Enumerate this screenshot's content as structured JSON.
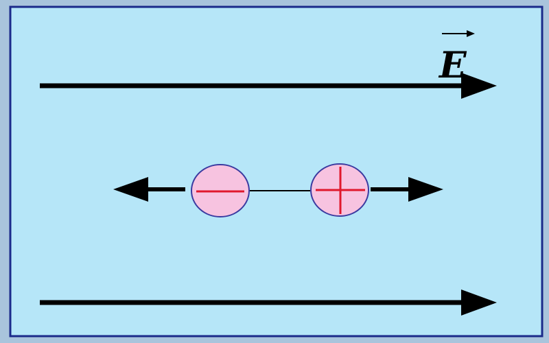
{
  "diagram": {
    "field_label": "E",
    "colors": {
      "background": "#b6e6f8",
      "frame": "#1b2a8a",
      "outer": "#a9c4dc",
      "arrow": "#000000",
      "charge_fill": "#f7c3e0",
      "charge_outline": "#3a3aa0",
      "charge_sign": "#e0182d",
      "connector": "#000000"
    },
    "charges": [
      {
        "name": "negative-charge",
        "sign": "minus"
      },
      {
        "name": "positive-charge",
        "sign": "plus"
      }
    ],
    "forces": [
      {
        "name": "force-arrow-left",
        "direction": "left"
      },
      {
        "name": "force-arrow-right",
        "direction": "right"
      }
    ],
    "field_lines": [
      {
        "name": "field-line-top",
        "direction": "right"
      },
      {
        "name": "field-line-bottom",
        "direction": "right"
      }
    ]
  }
}
